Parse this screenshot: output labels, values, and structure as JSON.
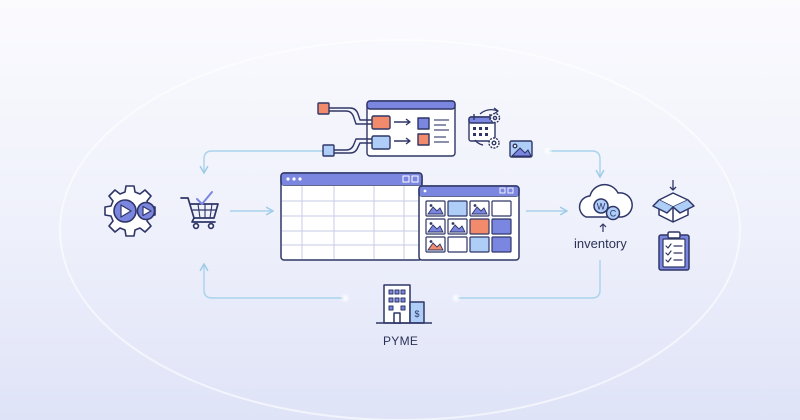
{
  "nodes": {
    "inventory_label": "inventory",
    "company_label": "PYME",
    "cloud_badges": [
      "W",
      "C"
    ],
    "price_symbol": "$"
  },
  "icons": [
    "gear-play-icon",
    "shopping-cart-check-icon",
    "data-mapping-icon",
    "calendar-gear-icon",
    "image-icon",
    "spreadsheet-window",
    "image-grid-window",
    "cloud-sync-icon",
    "package-box-icon",
    "clipboard-checklist-icon",
    "office-building-icon"
  ],
  "colors": {
    "outline": "#2f3667",
    "accent_blue": "#7b86e0",
    "light_blue": "#aecdf7",
    "orange": "#f28b6c",
    "connector": "#a9d3ec",
    "panel": "#ffffff"
  }
}
